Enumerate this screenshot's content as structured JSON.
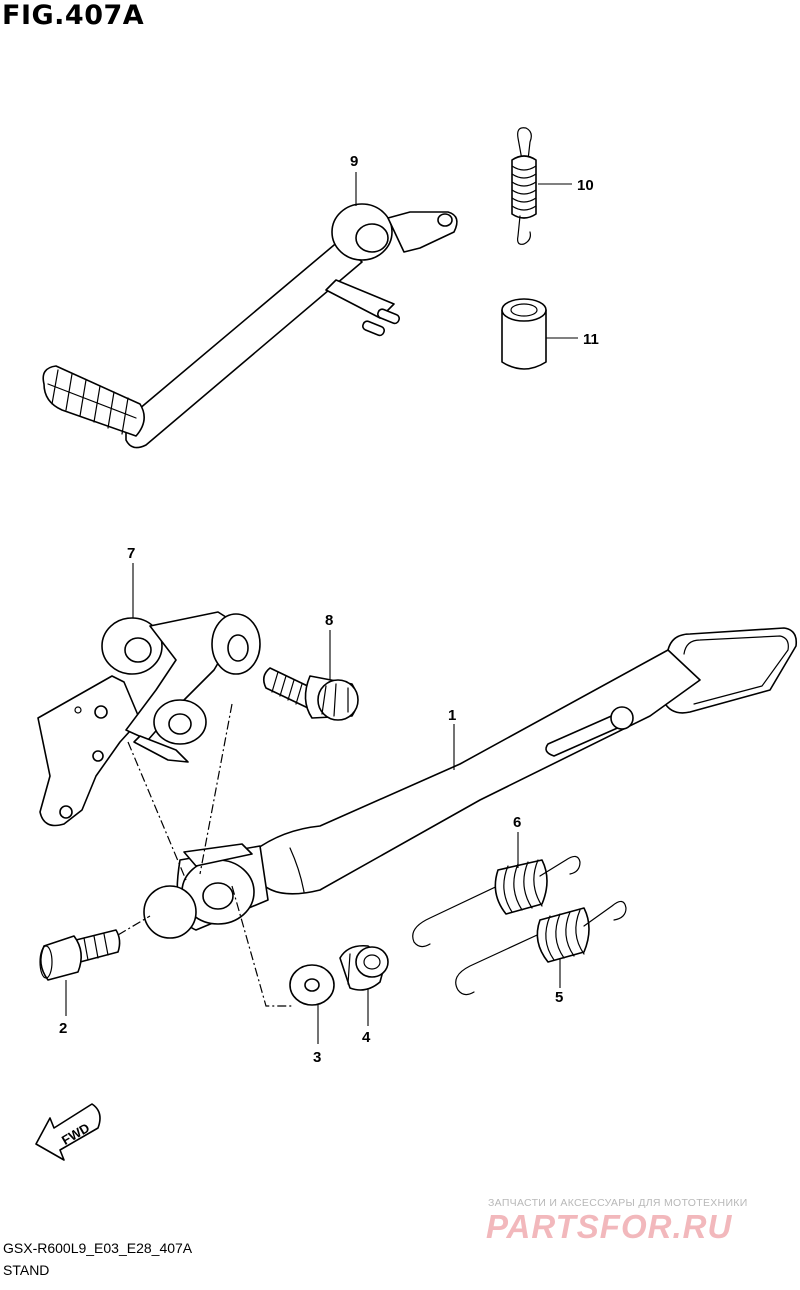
{
  "figure_title": "FIG.407A",
  "callouts": [
    "1",
    "2",
    "3",
    "4",
    "5",
    "6",
    "7",
    "8",
    "9",
    "10",
    "11"
  ],
  "forward_label": "FWD",
  "model_code": "GSX-R600L9_E03_E28_407A",
  "section_name": "STAND",
  "watermark": {
    "tagline": "ЗАПЧАСТИ И АКСЕССУАРЫ ДЛЯ МОТОТЕХНИКИ",
    "logo": "PARTSFOR.RU",
    "logo_color": "#f2b8bc"
  }
}
